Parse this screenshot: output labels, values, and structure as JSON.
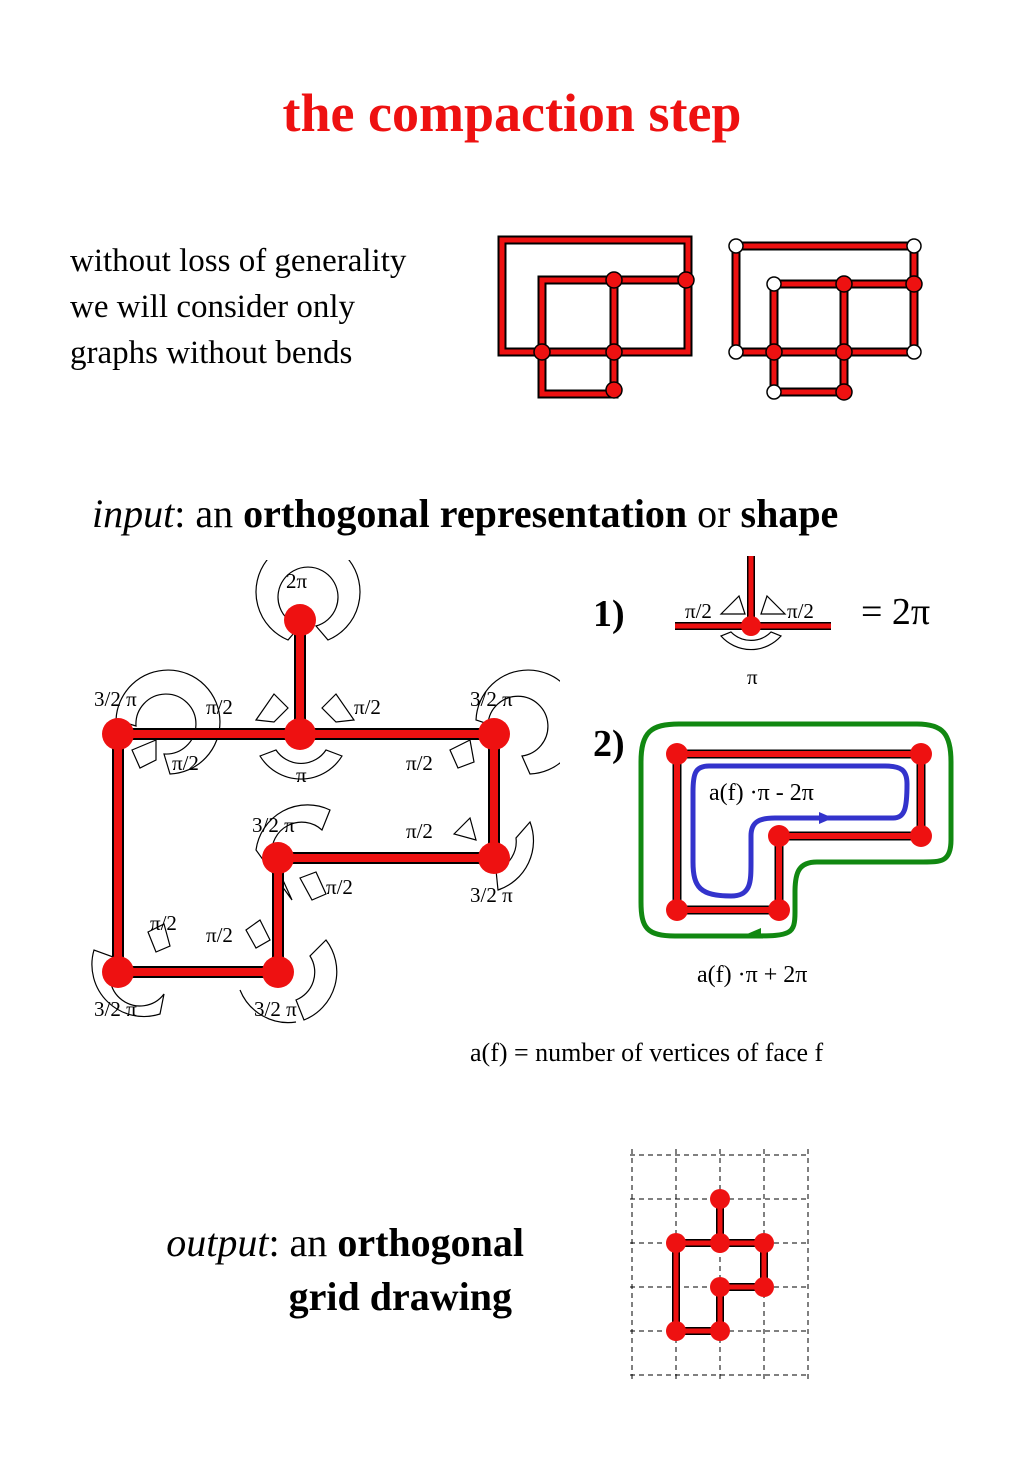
{
  "title": "the compaction step",
  "intro": {
    "line1": "without loss of generality",
    "line2": "we will consider only",
    "line3": "graphs without bends"
  },
  "input": {
    "italic": "input",
    "colon": ": an ",
    "bold1": "orthogonal representation",
    "or": " or ",
    "bold2": "shape"
  },
  "angles": {
    "two_pi": "2π",
    "three_half_pi": "3/2 π",
    "half_pi": "π/2",
    "pi": "π"
  },
  "rule1": {
    "num": "1)",
    "left": "π/2",
    "right": "π/2",
    "bottom": "π",
    "result": "= 2π"
  },
  "rule2": {
    "num": "2)",
    "inner": "a(f) ·π - 2π",
    "outer": "a(f) ·π + 2π"
  },
  "definition": "a(f) = number of vertices of face f",
  "output": {
    "italic": "output",
    "colon": ": an ",
    "bold1": "orthogonal",
    "bold2": "grid drawing"
  },
  "colors": {
    "title": "#ee1111",
    "edge": "#ee1111",
    "outer_face": "#118811",
    "inner_face": "#3333cc"
  }
}
